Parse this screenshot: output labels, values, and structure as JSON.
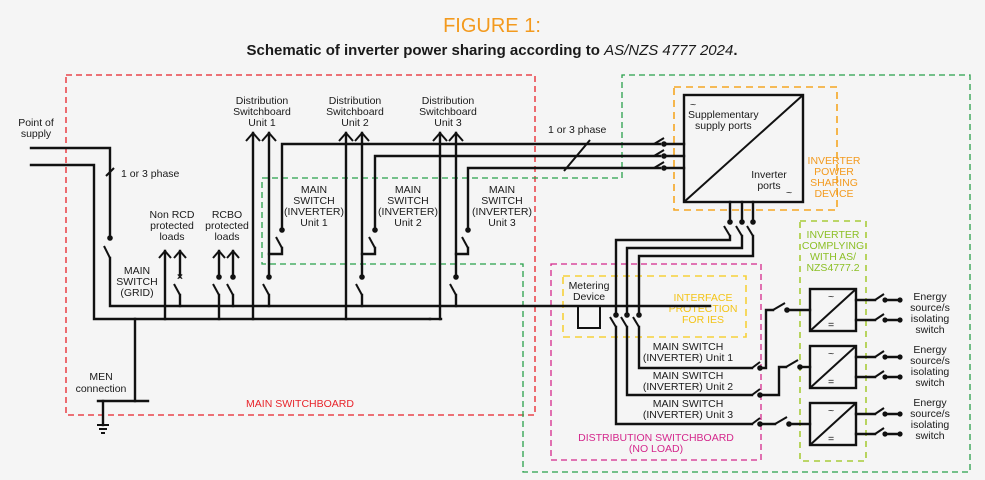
{
  "figure": {
    "title": "FIGURE 1:",
    "subtitle_plain": "Schematic of inverter power sharing according to ",
    "subtitle_italic": "AS/NZS 4777 2024",
    "subtitle_end": "."
  },
  "labels": {
    "point_of_supply": [
      "Point of",
      "supply"
    ],
    "phase_left": "1 or 3 phase",
    "phase_right": "1 or 3 phase",
    "non_rcd": [
      "Non RCD",
      "protected",
      "loads"
    ],
    "rcbo": [
      "RCBO",
      "protected",
      "loads"
    ],
    "main_switch_grid": [
      "MAIN",
      "SWITCH",
      "(GRID)"
    ],
    "men_connection": [
      "MEN",
      "connection"
    ],
    "dist_units": [
      [
        "Distribution",
        "Switchboard",
        "Unit 1"
      ],
      [
        "Distribution",
        "Switchboard",
        "Unit 2"
      ],
      [
        "Distribution",
        "Switchboard",
        "Unit 3"
      ]
    ],
    "main_switch_inverter_units": [
      [
        "MAIN",
        "SWITCH",
        "(INVERTER)",
        "Unit 1"
      ],
      [
        "MAIN",
        "SWITCH",
        "(INVERTER)",
        "Unit 2"
      ],
      [
        "MAIN",
        "SWITCH",
        "(INVERTER)",
        "Unit 3"
      ]
    ],
    "supplementary_ports": [
      "Supplementary",
      "supply ports"
    ],
    "inverter_ports": [
      "Inverter",
      "ports"
    ],
    "metering_device": [
      "Metering",
      "Device"
    ],
    "dsb_main_switches": [
      [
        "MAIN SWITCH",
        "(INVERTER) Unit 1"
      ],
      [
        "MAIN SWITCH",
        "(INVERTER) Unit 2"
      ],
      [
        "MAIN SWITCH",
        "(INVERTER) Unit 3"
      ]
    ],
    "energy_sources": [
      [
        "Energy",
        "source/s",
        "isolating",
        "switch"
      ],
      [
        "Energy",
        "source/s",
        "isolating",
        "switch"
      ],
      [
        "Energy",
        "source/s",
        "isolating",
        "switch"
      ]
    ]
  },
  "zones": {
    "main_switchboard": {
      "label": "MAIN SWITCHBOARD",
      "color": "#e8232a"
    },
    "inverter_power_sharing": {
      "label": [
        "INVERTER",
        "POWER",
        "SHARING",
        "DEVICE"
      ],
      "color": "#f39a1e"
    },
    "distribution_switchboard": {
      "label": [
        "DISTRIBUTION SWITCHBOARD",
        "(NO LOAD)"
      ],
      "color": "#d4288c"
    },
    "interface_protection": {
      "label": [
        "INTERFACE",
        "PROTECTION",
        "FOR IES"
      ],
      "color": "#f3c418"
    },
    "inverter_complying": {
      "label": [
        "INVERTER",
        "COMPLYING",
        "WITH AS/",
        "NZS4777.2"
      ],
      "color": "#8cbf26"
    },
    "inverter_side": {
      "color": "#28a04a"
    }
  },
  "symbols": {
    "ac": "~",
    "dc": "="
  }
}
